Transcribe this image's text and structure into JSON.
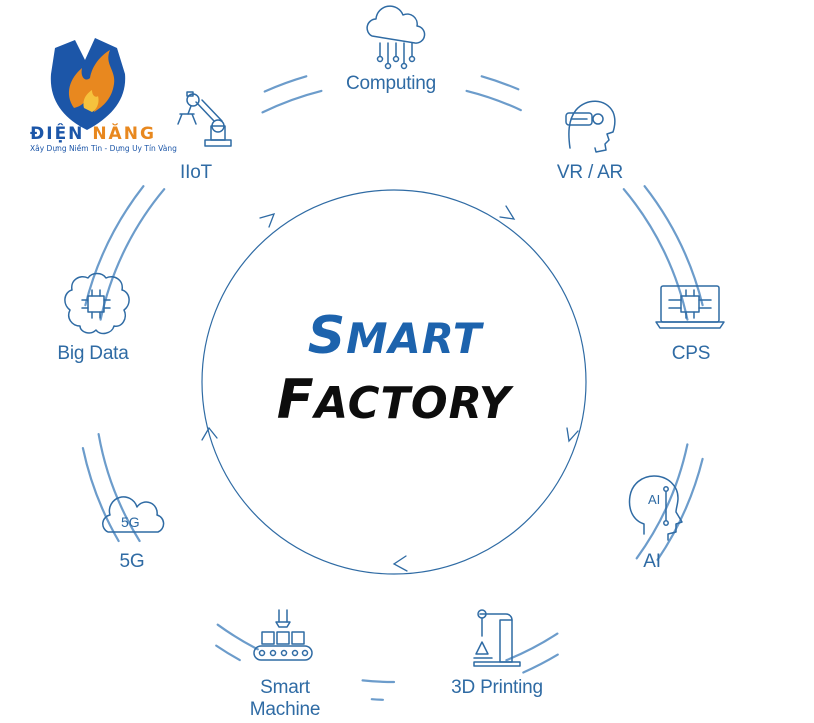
{
  "logo": {
    "brand_part1": "ĐIỆN ",
    "brand_part2": "NĂNG",
    "tagline": "Xây Dựng Niềm Tin - Dựng Uy Tín Vàng"
  },
  "title": {
    "line1_initial": "S",
    "line1_rest": "MART",
    "line2_initial": "F",
    "line2_rest": "ACTORY"
  },
  "nodes": [
    {
      "id": "computing",
      "label": "Computing",
      "icon": "cloud-network-icon"
    },
    {
      "id": "vrar",
      "label": "VR / AR",
      "icon": "vr-headset-icon"
    },
    {
      "id": "cps",
      "label": "CPS",
      "icon": "laptop-chip-icon"
    },
    {
      "id": "ai",
      "label": "AI",
      "icon": "ai-head-icon"
    },
    {
      "id": "printing",
      "label": "3D Printing",
      "icon": "3d-printer-arm-icon"
    },
    {
      "id": "machine",
      "label_line1": "Smart",
      "label_line2": "Machine",
      "icon": "conveyor-icon"
    },
    {
      "id": "fiveg",
      "label": "5G",
      "icon_text": "5G",
      "icon": "5g-cloud-icon"
    },
    {
      "id": "bigdata",
      "label": "Big Data",
      "icon": "brain-chip-icon"
    },
    {
      "id": "iiot",
      "label": "IIoT",
      "icon": "robot-arm-icon"
    }
  ],
  "colors": {
    "primary": "#2f6ba4",
    "ring": "#6c9ccb",
    "title_blue": "#1d63ad",
    "title_black": "#0d0d0d",
    "logo_orange": "#e8881f"
  }
}
